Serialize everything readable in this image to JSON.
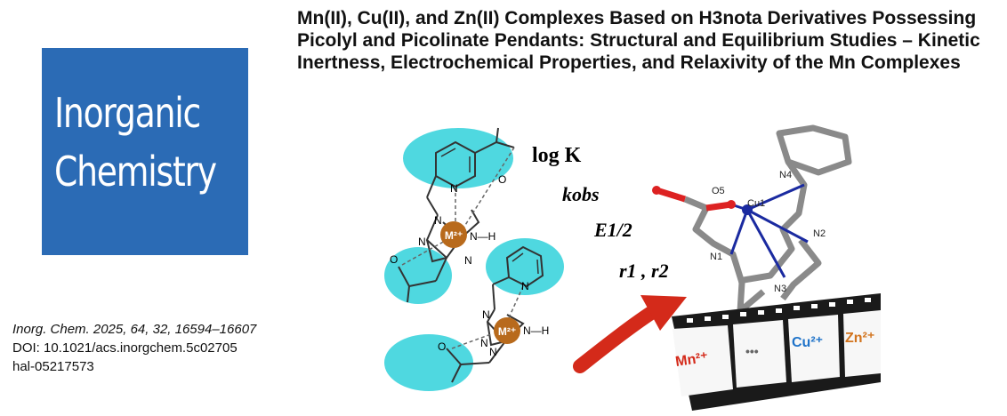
{
  "logo": {
    "line1": "Inorganic",
    "line2": "Chemistry",
    "bg_color": "#2b6bb5"
  },
  "title": "Mn(II), Cu(II), and Zn(II) Complexes Based on H3nota Derivatives Possessing Picolyl and Picolinate Pendants: Structural and Equilibrium Studies – Kinetic Inertness, Electrochemical Properties, and Relaxivity of the Mn Complexes",
  "citation": {
    "journal": "Inorg. Chem. 2025, 64, 32, 16594–16607",
    "doi": "DOI: 10.1021/acs.inorgchem.5c02705",
    "hal": "hal-05217573"
  },
  "toc": {
    "params": {
      "logk": "log K",
      "kobs": "kobs",
      "e12": "E1/2",
      "r1r2": "r1 , r2"
    },
    "complex_top": {
      "metal": "M²⁺",
      "n_labels": [
        "N",
        "N",
        "N",
        "N"
      ],
      "nh": "N—H",
      "o_labels": [
        "O",
        "O"
      ]
    },
    "complex_bottom": {
      "metal": "M²⁺",
      "n_labels": [
        "N",
        "N",
        "N",
        "N"
      ],
      "nh": "N—H",
      "o_label": "O"
    },
    "crystal_labels": [
      "O5",
      "Cu1",
      "N4",
      "N2",
      "N1",
      "N3"
    ],
    "film_labels": [
      "Mn²⁺",
      "•••",
      "Cu²⁺",
      "Zn²⁺"
    ],
    "colors": {
      "highlight": "#4fd8e0",
      "metal": "#b86a1c",
      "arrow": "#d42a1a",
      "cu_label": "#1f73c9",
      "zn_label": "#d2741e",
      "mn_label": "#d42a1a"
    }
  }
}
